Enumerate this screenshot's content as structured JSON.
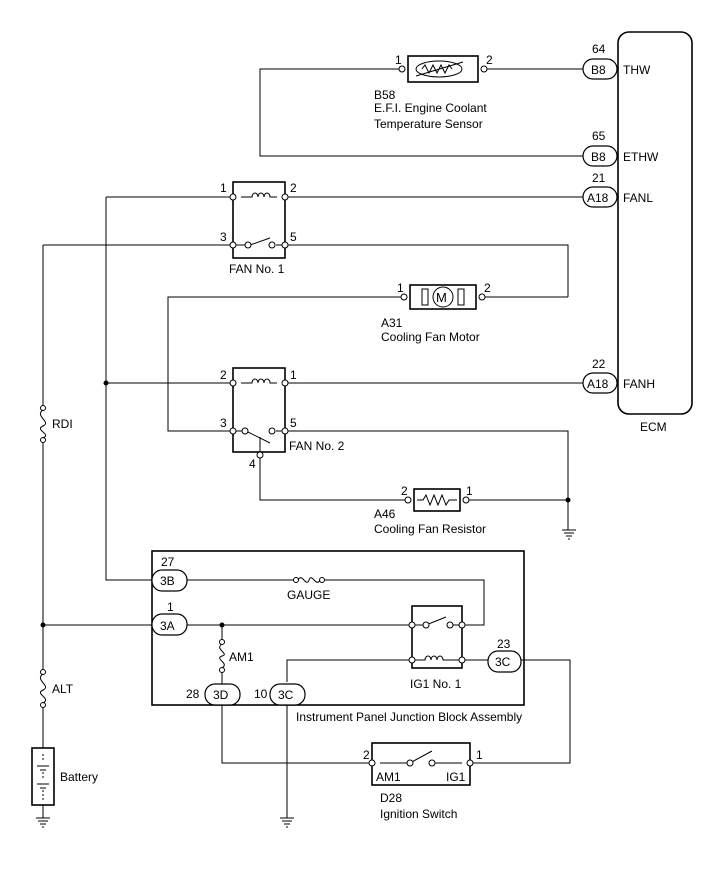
{
  "ecm": {
    "label": "ECM",
    "terminals": [
      {
        "pin": "64",
        "conn": "B8",
        "name": "THW"
      },
      {
        "pin": "65",
        "conn": "B8",
        "name": "ETHW"
      },
      {
        "pin": "21",
        "conn": "A18",
        "name": "FANL"
      },
      {
        "pin": "22",
        "conn": "A18",
        "name": "FANH"
      }
    ]
  },
  "sensor": {
    "id": "B58",
    "name_line1": "E.F.I. Engine Coolant",
    "name_line2": "Temperature Sensor",
    "pin_left": "1",
    "pin_right": "2"
  },
  "relay1": {
    "label": "FAN No. 1",
    "pins": [
      "1",
      "2",
      "3",
      "5"
    ]
  },
  "motor": {
    "id": "A31",
    "name": "Cooling Fan Motor",
    "symbol": "M",
    "pin_left": "1",
    "pin_right": "2"
  },
  "relay2": {
    "label": "FAN No. 2",
    "pins": [
      "2",
      "1",
      "3",
      "5",
      "4"
    ]
  },
  "resistor": {
    "id": "A46",
    "name": "Cooling Fan Resistor",
    "pin_left": "2",
    "pin_right": "1"
  },
  "fuses": {
    "rdi": "RDI",
    "alt": "ALT",
    "gauge": "GAUGE",
    "am1": "AM1"
  },
  "junction_block": {
    "name": "Instrument Panel Junction Block Assembly",
    "connectors": [
      {
        "pin": "27",
        "conn": "3B"
      },
      {
        "pin": "1",
        "conn": "3A"
      },
      {
        "pin": "28",
        "conn": "3D"
      },
      {
        "pin": "10",
        "conn": "3C"
      },
      {
        "pin": "23",
        "conn": "3C"
      }
    ],
    "relay_label": "IG1 No. 1"
  },
  "battery": {
    "label": "Battery"
  },
  "ignition_switch": {
    "id": "D28",
    "name": "Ignition Switch",
    "term_left": "AM1",
    "term_right": "IG1",
    "pin_left": "2",
    "pin_right": "1"
  }
}
